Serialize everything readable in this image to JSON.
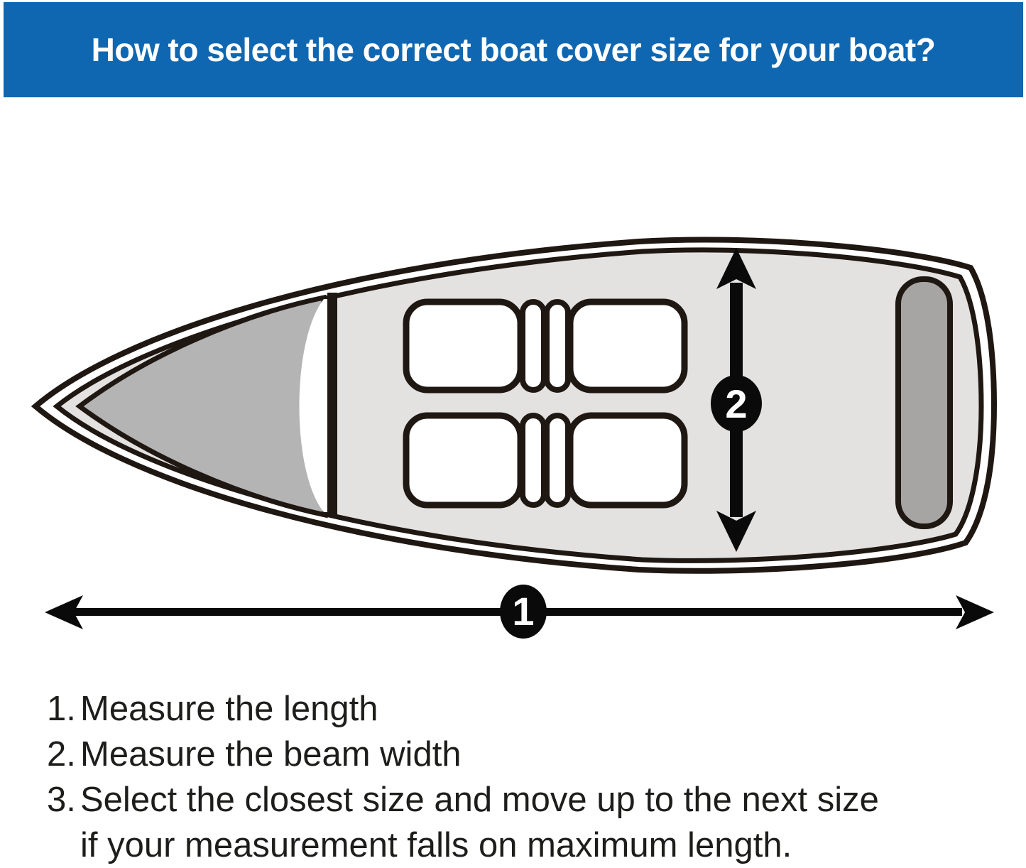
{
  "header": {
    "title": "How to select the correct boat cover size for your boat?"
  },
  "diagram": {
    "type": "boat-top-view-measurement-guide",
    "length_marker": "1",
    "beam_marker": "2",
    "length_arrow": "horizontal full boat length",
    "beam_arrow": "vertical beam width"
  },
  "instructions": {
    "items": [
      {
        "num": "1.",
        "text": "Measure the length"
      },
      {
        "num": "2.",
        "text": "Measure the beam width"
      },
      {
        "num": "3.",
        "text": "Select the closest size and move up to the next size",
        "text2": "if your measurement falls on maximum length."
      }
    ]
  },
  "colors": {
    "header_bg": "#0f67b2",
    "header_text": "#ffffff",
    "outline": "#1f1712",
    "deck_fill": "#e3e2e1",
    "bow_deck_fill": "#b5b4b4",
    "stern_pad_fill": "#a6a5a4",
    "seat_fill": "#ffffff",
    "marker_bg": "#0a0a0a",
    "body_text": "#1d1d1b"
  }
}
